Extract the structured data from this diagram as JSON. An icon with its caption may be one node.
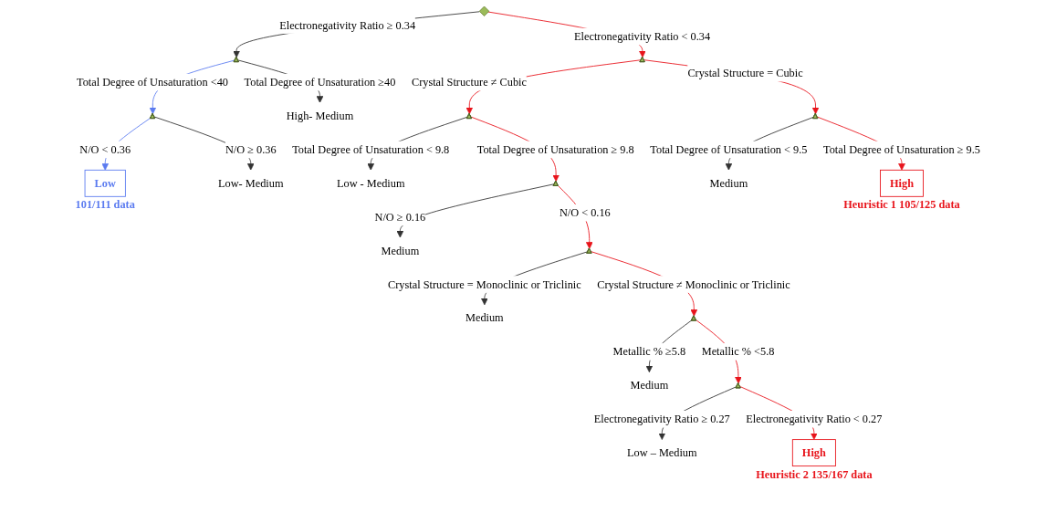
{
  "diagram": {
    "nodes": [
      {
        "text": [],
        "shape": "diamond"
      },
      {
        "text": [],
        "shape": "triangle"
      },
      {
        "text": [],
        "shape": "triangle"
      },
      {
        "text": [
          "High- Medium"
        ]
      },
      {
        "text": [
          "Low"
        ],
        "beside": [
          "101/111 data"
        ]
      },
      {
        "text": [
          "Low- Medium"
        ]
      },
      {
        "text": [],
        "shape": "triangle"
      },
      {
        "text": [],
        "shape": "triangle"
      },
      {
        "text": [],
        "shape": "triangle"
      },
      {
        "text": [
          "Low - Medium"
        ]
      },
      {
        "text": [],
        "shape": "triangle"
      },
      {
        "text": [
          "Medium"
        ]
      },
      {
        "text": [
          "High"
        ],
        "beside": [
          "Heuristic 1 105/125 data"
        ]
      },
      {
        "text": [
          "Medium"
        ]
      },
      {
        "text": [],
        "shape": "triangle"
      },
      {
        "text": [
          "Medium"
        ]
      },
      {
        "text": [],
        "shape": "triangle"
      },
      {
        "text": [
          "Medium"
        ]
      },
      {
        "text": [],
        "shape": "triangle"
      },
      {
        "text": [
          "Low – Medium"
        ]
      },
      {
        "text": [
          "High"
        ],
        "beside": [
          "Heuristic 2 135/167 data"
        ]
      }
    ],
    "edges": [
      {
        "from": 0,
        "to": 1,
        "arrow": "to",
        "label": "Electronegativity Ratio ≥ 0.34"
      },
      {
        "from": 0,
        "to": 6,
        "arrow": "to",
        "label": "Electronegativity Ratio < 0.34",
        "color": "#e8141b"
      },
      {
        "from": 1,
        "to": 2,
        "arrow": "to",
        "label": "Total Degree of Unsaturation <40",
        "color": "#5b7bf0"
      },
      {
        "from": 1,
        "to": 3,
        "arrow": "to",
        "label": "Total Degree of Unsaturation ≥40"
      },
      {
        "from": 2,
        "to": 4,
        "arrow": "to",
        "label": "N/O < 0.36",
        "color": "#5b7bf0"
      },
      {
        "from": 2,
        "to": 5,
        "arrow": "to",
        "label": "N/O ≥ 0.36"
      },
      {
        "from": 6,
        "to": 7,
        "arrow": "to",
        "label": "Crystal Structure ≠ Cubic",
        "color": "#e8141b"
      },
      {
        "from": 6,
        "to": 8,
        "arrow": "to",
        "label": "Crystal Structure = Cubic",
        "color": "#e8141b"
      },
      {
        "from": 7,
        "to": 9,
        "arrow": "to",
        "label": "Total Degree of Unsaturation < 9.8"
      },
      {
        "from": 7,
        "to": 10,
        "arrow": "to",
        "label": "Total Degree of Unsaturation ≥ 9.8",
        "color": "#e8141b"
      },
      {
        "from": 8,
        "to": 11,
        "arrow": "to",
        "label": "Total Degree of Unsaturation < 9.5"
      },
      {
        "from": 8,
        "to": 12,
        "arrow": "to",
        "label": "Total Degree of Unsaturation ≥ 9.5",
        "color": "#e8141b"
      },
      {
        "from": 10,
        "to": 13,
        "arrow": "to",
        "label": "N/O ≥ 0.16"
      },
      {
        "from": 10,
        "to": 14,
        "arrow": "to",
        "label": "N/O < 0.16",
        "color": "#e8141b"
      },
      {
        "from": 14,
        "to": 15,
        "arrow": "to",
        "label": "Crystal Structure = Monoclinic or Triclinic"
      },
      {
        "from": 14,
        "to": 16,
        "arrow": "to",
        "label": "Crystal Structure ≠ Monoclinic or Triclinic",
        "color": "#e8141b"
      },
      {
        "from": 16,
        "to": 17,
        "arrow": "to",
        "label": "Metallic % ≥5.8"
      },
      {
        "from": 16,
        "to": 18,
        "arrow": "to",
        "label": "Metallic % <5.8",
        "color": "#e8141b"
      },
      {
        "from": 18,
        "to": 19,
        "arrow": "to",
        "label": "Electronegativity Ratio ≥ 0.27"
      },
      {
        "from": 18,
        "to": 20,
        "arrow": "to",
        "label": "Electronegativity Ratio < 0.27",
        "color": "#e8141b"
      }
    ]
  }
}
